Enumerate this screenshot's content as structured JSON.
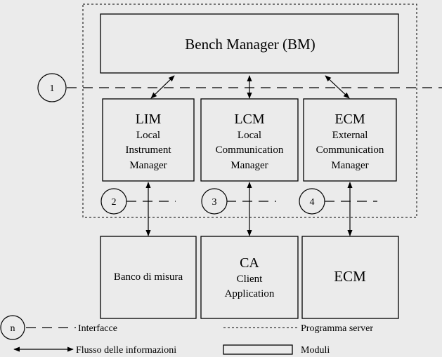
{
  "bm": {
    "title": "Bench Manager (BM)"
  },
  "lim": {
    "abbr": "LIM",
    "line1": "Local",
    "line2": "Instrument",
    "line3": "Manager"
  },
  "lcm": {
    "abbr": "LCM",
    "line1": "Local",
    "line2": "Communication",
    "line3": "Manager"
  },
  "ecm": {
    "abbr": "ECM",
    "line1": "External",
    "line2": "Communication",
    "line3": "Manager"
  },
  "banco": {
    "label": "Banco di misura"
  },
  "ca": {
    "abbr": "CA",
    "line1": "Client",
    "line2": "Application"
  },
  "ecm_external": {
    "label": "ECM"
  },
  "interfaces": {
    "i1": "1",
    "i2": "2",
    "i3": "3",
    "i4": "4"
  },
  "legend": {
    "n": "n",
    "interfaces": "Interfacce",
    "server": "Programma server",
    "flow": "Flusso delle informazioni",
    "modules": "Moduli"
  }
}
